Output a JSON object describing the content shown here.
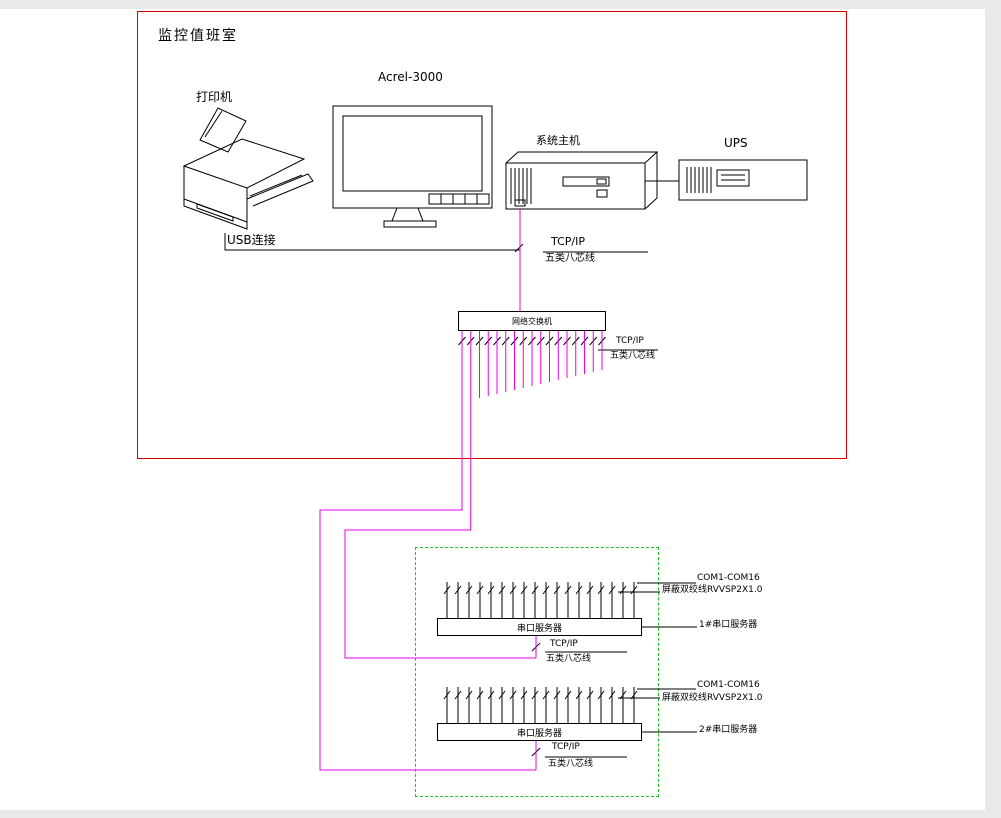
{
  "room": {
    "title": "监控值班室"
  },
  "colors": {
    "room_border": "#d60000",
    "zone_border": "#1ec41e",
    "network_line": "#ee00ee",
    "drawing_line": "#000000"
  },
  "devices": {
    "printer": {
      "label": "打印机"
    },
    "monitor": {
      "label": "Acrel-3000"
    },
    "host": {
      "label": "系统主机"
    },
    "ups": {
      "label": "UPS"
    },
    "switch": {
      "label": "网络交换机"
    }
  },
  "links": {
    "usb": {
      "label": "USB连接"
    },
    "host_to_switch": {
      "protocol": "TCP/IP",
      "cable": "五类八芯线"
    },
    "switch_uplink": {
      "protocol": "TCP/IP",
      "cable": "五类八芯线"
    }
  },
  "serial_servers": {
    "server1": {
      "device_label": "串口服务器",
      "callout": "1#串口服务器",
      "com_range": "COM1-COM16",
      "serial_cable": "屏蔽双绞线RVVSP2X1.0",
      "protocol": "TCP/IP",
      "net_cable": "五类八芯线"
    },
    "server2": {
      "device_label": "串口服务器",
      "callout": "2#串口服务器",
      "com_range": "COM1-COM16",
      "serial_cable": "屏蔽双绞线RVVSP2X1.0",
      "protocol": "TCP/IP",
      "net_cable": "五类八芯线"
    }
  }
}
